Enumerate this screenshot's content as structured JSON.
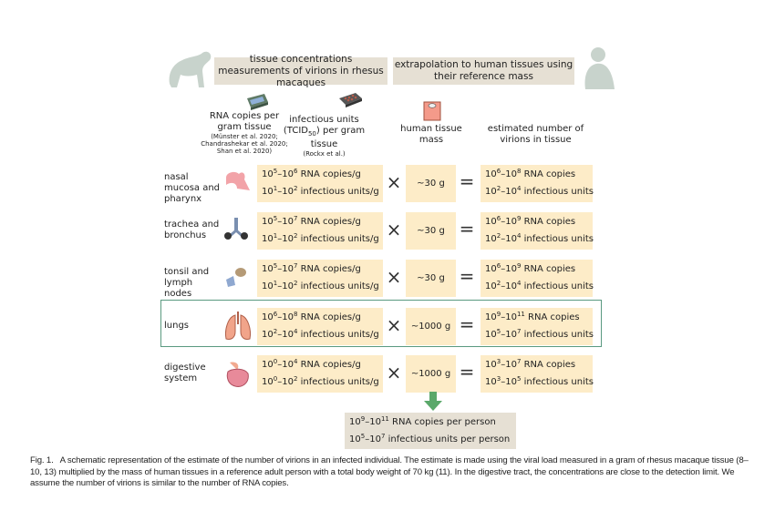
{
  "headers": {
    "left": "tissue concentrations measurements of virions in rhesus macaques",
    "right": "extrapolation to human tissues using their reference mass"
  },
  "columns": {
    "rna": {
      "title": "RNA copies per gram tissue",
      "refs": "(Münster et al. 2020; Chandrashekar et al. 2020; Shan et al. 2020)"
    },
    "infectious": {
      "title_a": "infectious units (TCID",
      "title_sub": "50",
      "title_b": ") per gram tissue",
      "refs": "(Rockx et al.)"
    },
    "mass": {
      "title": "human tissue mass"
    },
    "estimate": {
      "title": "estimated number of virions in tissue"
    }
  },
  "operators": {
    "times": "×",
    "equals": "="
  },
  "rows": [
    {
      "label": "nasal mucosa and pharynx",
      "icon": "nasal-cavity-icon",
      "rna": {
        "a": "5",
        "b": "6",
        "unit": " RNA copies/g"
      },
      "inf": {
        "a": "1",
        "b": "2",
        "unit": " infectious units/g"
      },
      "mass": "~30 g",
      "est_rna": {
        "a": "6",
        "b": "8",
        "unit": " RNA copies"
      },
      "est_inf": {
        "a": "2",
        "b": "4",
        "unit": " infectious units"
      }
    },
    {
      "label": "trachea and bronchus",
      "icon": "bronchus-icon",
      "rna": {
        "a": "5",
        "b": "7",
        "unit": " RNA copies/g"
      },
      "inf": {
        "a": "1",
        "b": "2",
        "unit": " infectious units/g"
      },
      "mass": "~30 g",
      "est_rna": {
        "a": "6",
        "b": "9",
        "unit": " RNA copies"
      },
      "est_inf": {
        "a": "2",
        "b": "4",
        "unit": " infectious units"
      }
    },
    {
      "label": "tonsil and lymph nodes",
      "icon": "lymph-node-icon",
      "rna": {
        "a": "5",
        "b": "7",
        "unit": " RNA copies/g"
      },
      "inf": {
        "a": "1",
        "b": "2",
        "unit": " infectious units/g"
      },
      "mass": "~30 g",
      "est_rna": {
        "a": "6",
        "b": "9",
        "unit": " RNA copies"
      },
      "est_inf": {
        "a": "2",
        "b": "4",
        "unit": " infectious units"
      }
    },
    {
      "label": "lungs",
      "icon": "lungs-icon",
      "rna": {
        "a": "6",
        "b": "8",
        "unit": " RNA copies/g"
      },
      "inf": {
        "a": "2",
        "b": "4",
        "unit": " infectious units/g"
      },
      "mass": "~1000 g",
      "est_rna": {
        "a": "9",
        "b": "11",
        "unit": " RNA copies"
      },
      "est_inf": {
        "a": "5",
        "b": "7",
        "unit": " infectious units"
      }
    },
    {
      "label": "digestive system",
      "icon": "digestive-system-icon",
      "rna": {
        "a": "0",
        "b": "4",
        "unit": " RNA copies/g"
      },
      "inf": {
        "a": "0",
        "b": "2",
        "unit": " infectious units/g"
      },
      "mass": "~1000 g",
      "est_rna": {
        "a": "3",
        "b": "7",
        "unit": " RNA copies"
      },
      "est_inf": {
        "a": "3",
        "b": "5",
        "unit": " infectious units"
      }
    }
  ],
  "base": "10",
  "dash": "–",
  "total": {
    "rna": {
      "a": "9",
      "b": "11",
      "unit": " RNA copies per person"
    },
    "inf": {
      "a": "5",
      "b": "7",
      "unit": " infectious units per person"
    }
  },
  "caption": {
    "label": "Fig. 1.",
    "text": "A schematic representation of the estimate of the number of virions in an infected individual. The estimate is made using the viral load measured in a gram of rhesus macaque tissue (8–10, 13) multiplied by the mass of human tissues in a reference adult person with a total body weight of 70 kg (11). In the digestive tract, the concentrations are close to the detection limit. We assume the number of virions is similar to the number of RNA copies."
  },
  "colors": {
    "box": "#fdecc8",
    "header": "#e6e0d4",
    "highlight": "#5a9a80",
    "arrow": "#5aa86a",
    "silhouette": "#c8d3cc"
  }
}
